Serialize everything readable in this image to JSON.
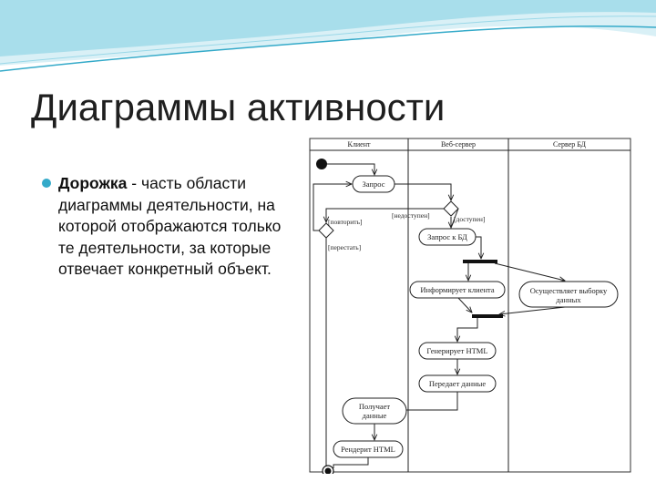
{
  "slide": {
    "title": "Диаграммы активности",
    "bullet": {
      "term": "Дорожка",
      "separator": " - ",
      "text": "часть области диаграммы деятельности, на которой отображаются только те деятельности, за которые отвечает конкретный объект."
    }
  },
  "diagram": {
    "swimlanes": [
      "Клиент",
      "Веб-сервер",
      "Сервер БД"
    ],
    "activities": {
      "request": "Запрос",
      "db_request": "Запрос к БД",
      "inform_client": "Информирует клиента",
      "select_data_line1": "Осуществляет выборку",
      "select_data_line2": "данных",
      "generate_html": "Генерирует HTML",
      "send_data": "Передает данные",
      "receive_data_line1": "Получает",
      "receive_data_line2": "данные",
      "render_html": "Рендерит HTML"
    },
    "guards": {
      "unavailable": "[недоступен]",
      "available": "[доступен]",
      "retry": "[повторить]",
      "stop": "[перестать]"
    }
  },
  "colors": {
    "accent": "#34aac9",
    "wave_light": "#bfe6f1",
    "line": "#222222"
  }
}
